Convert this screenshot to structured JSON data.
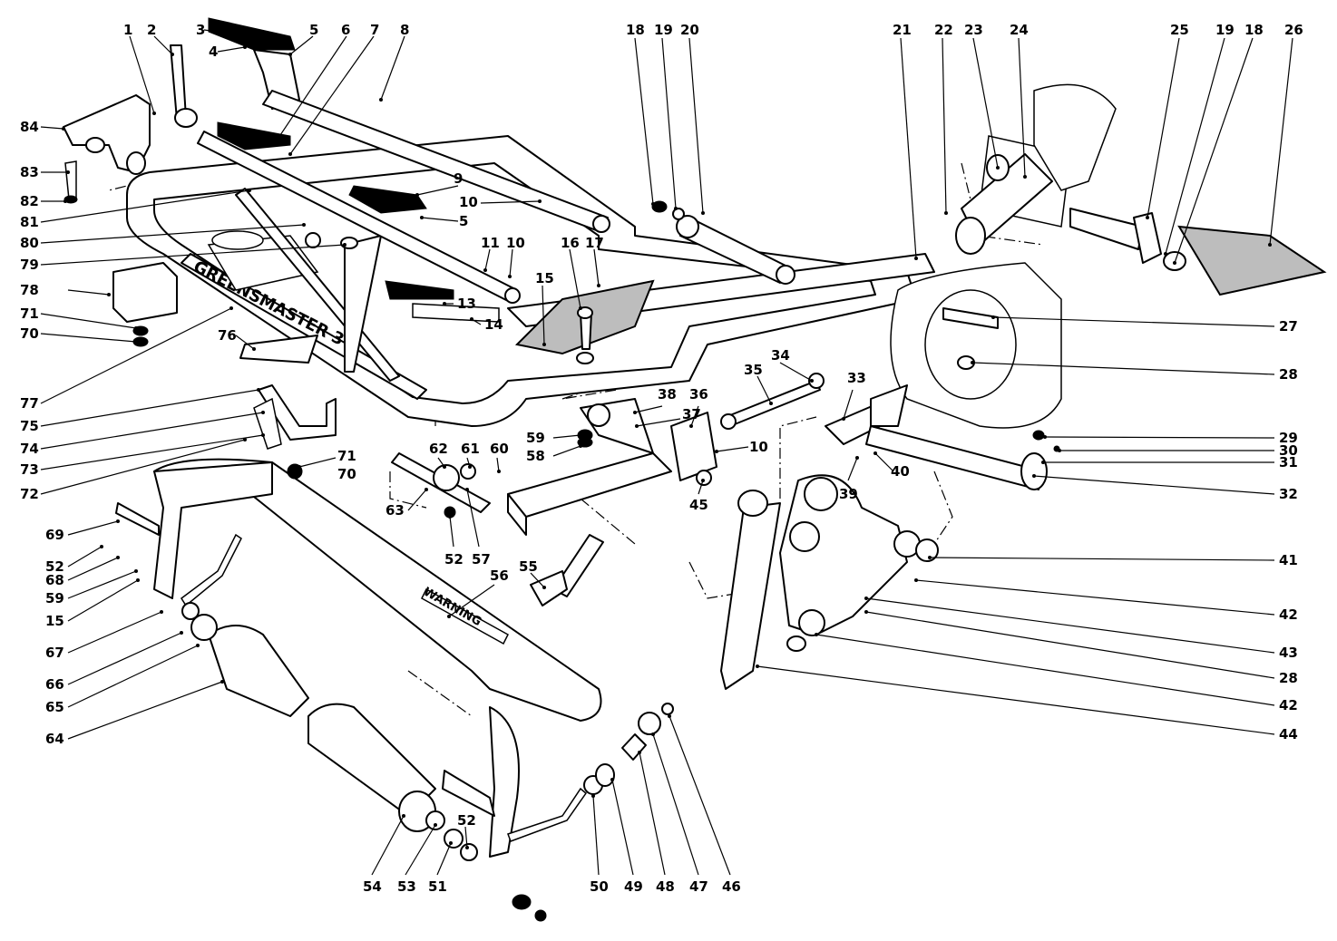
{
  "decals": {
    "frame_brand": "GREENSMASTER 3",
    "guard_warning": "WARNING"
  },
  "callouts": [
    {
      "id": "c1",
      "text": "1"
    },
    {
      "id": "c2",
      "text": "2"
    },
    {
      "id": "c3",
      "text": "3"
    },
    {
      "id": "c4",
      "text": "4"
    },
    {
      "id": "c5a",
      "text": "5"
    },
    {
      "id": "c6",
      "text": "6"
    },
    {
      "id": "c7",
      "text": "7"
    },
    {
      "id": "c8",
      "text": "8"
    },
    {
      "id": "c18a",
      "text": "18"
    },
    {
      "id": "c19a",
      "text": "19"
    },
    {
      "id": "c20",
      "text": "20"
    },
    {
      "id": "c21",
      "text": "21"
    },
    {
      "id": "c22",
      "text": "22"
    },
    {
      "id": "c23",
      "text": "23"
    },
    {
      "id": "c24",
      "text": "24"
    },
    {
      "id": "c25",
      "text": "25"
    },
    {
      "id": "c19b",
      "text": "19"
    },
    {
      "id": "c18b",
      "text": "18"
    },
    {
      "id": "c26",
      "text": "26"
    },
    {
      "id": "c84",
      "text": "84"
    },
    {
      "id": "c83",
      "text": "83"
    },
    {
      "id": "c82",
      "text": "82"
    },
    {
      "id": "c81",
      "text": "81"
    },
    {
      "id": "c80",
      "text": "80"
    },
    {
      "id": "c79",
      "text": "79"
    },
    {
      "id": "c78",
      "text": "78"
    },
    {
      "id": "c71a",
      "text": "71"
    },
    {
      "id": "c70a",
      "text": "70"
    },
    {
      "id": "c77",
      "text": "77"
    },
    {
      "id": "c76",
      "text": "76"
    },
    {
      "id": "c75",
      "text": "75"
    },
    {
      "id": "c74",
      "text": "74"
    },
    {
      "id": "c73",
      "text": "73"
    },
    {
      "id": "c72",
      "text": "72"
    },
    {
      "id": "c71b",
      "text": "71"
    },
    {
      "id": "c70b",
      "text": "70"
    },
    {
      "id": "c69",
      "text": "69"
    },
    {
      "id": "c52a",
      "text": "52"
    },
    {
      "id": "c68",
      "text": "68"
    },
    {
      "id": "c59a",
      "text": "59"
    },
    {
      "id": "c15a",
      "text": "15"
    },
    {
      "id": "c67",
      "text": "67"
    },
    {
      "id": "c66",
      "text": "66"
    },
    {
      "id": "c65",
      "text": "65"
    },
    {
      "id": "c64",
      "text": "64"
    },
    {
      "id": "c9",
      "text": "9"
    },
    {
      "id": "c10a",
      "text": "10"
    },
    {
      "id": "c5b",
      "text": "5"
    },
    {
      "id": "c11",
      "text": "11"
    },
    {
      "id": "c10b",
      "text": "10"
    },
    {
      "id": "c16",
      "text": "16"
    },
    {
      "id": "c17",
      "text": "17"
    },
    {
      "id": "c15b",
      "text": "15"
    },
    {
      "id": "c13",
      "text": "13"
    },
    {
      "id": "c14",
      "text": "14"
    },
    {
      "id": "c27",
      "text": "27"
    },
    {
      "id": "c28a",
      "text": "28"
    },
    {
      "id": "c34",
      "text": "34"
    },
    {
      "id": "c35",
      "text": "35"
    },
    {
      "id": "c33",
      "text": "33"
    },
    {
      "id": "c36",
      "text": "36"
    },
    {
      "id": "c38",
      "text": "38"
    },
    {
      "id": "c37",
      "text": "37"
    },
    {
      "id": "c59b",
      "text": "59"
    },
    {
      "id": "c58",
      "text": "58"
    },
    {
      "id": "c10c",
      "text": "10"
    },
    {
      "id": "c62",
      "text": "62"
    },
    {
      "id": "c61",
      "text": "61"
    },
    {
      "id": "c60",
      "text": "60"
    },
    {
      "id": "c63",
      "text": "63"
    },
    {
      "id": "c52b",
      "text": "52"
    },
    {
      "id": "c57",
      "text": "57"
    },
    {
      "id": "c45",
      "text": "45"
    },
    {
      "id": "c39",
      "text": "39"
    },
    {
      "id": "c40",
      "text": "40"
    },
    {
      "id": "c29",
      "text": "29"
    },
    {
      "id": "c30",
      "text": "30"
    },
    {
      "id": "c31",
      "text": "31"
    },
    {
      "id": "c32",
      "text": "32"
    },
    {
      "id": "c41",
      "text": "41"
    },
    {
      "id": "c42a",
      "text": "42"
    },
    {
      "id": "c43",
      "text": "43"
    },
    {
      "id": "c28b",
      "text": "28"
    },
    {
      "id": "c42b",
      "text": "42"
    },
    {
      "id": "c44",
      "text": "44"
    },
    {
      "id": "c55",
      "text": "55"
    },
    {
      "id": "c56",
      "text": "56"
    },
    {
      "id": "c54",
      "text": "54"
    },
    {
      "id": "c53",
      "text": "53"
    },
    {
      "id": "c51",
      "text": "51"
    },
    {
      "id": "c52c",
      "text": "52"
    },
    {
      "id": "c50",
      "text": "50"
    },
    {
      "id": "c49",
      "text": "49"
    },
    {
      "id": "c48",
      "text": "48"
    },
    {
      "id": "c47",
      "text": "47"
    },
    {
      "id": "c46",
      "text": "46"
    }
  ]
}
